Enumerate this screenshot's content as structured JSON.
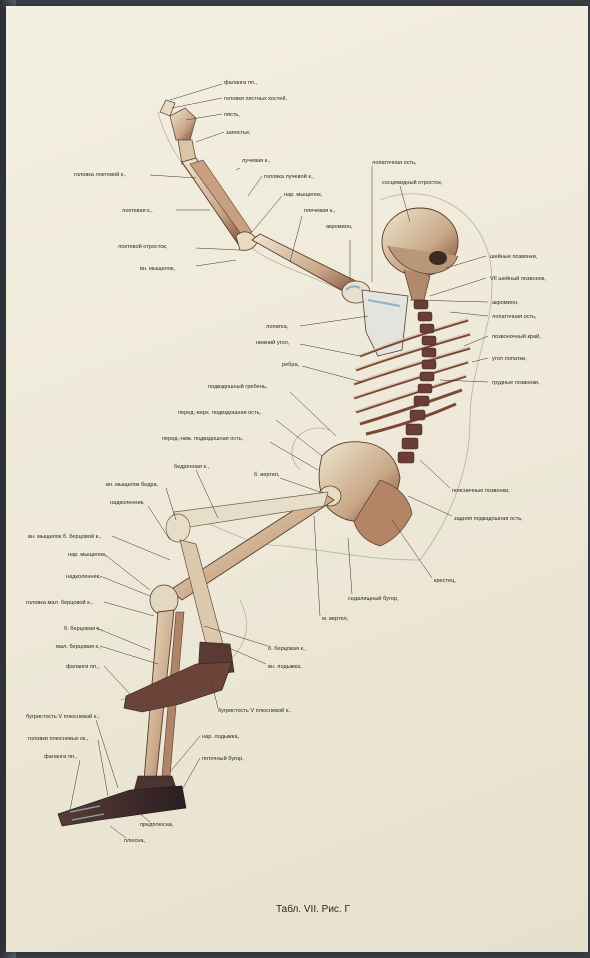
{
  "plate": {
    "caption": "Табл. VII. Рис. Г",
    "labels": {
      "phalanges_hand": "фаланги пп.,",
      "heads_metacarpals": "головки пястных костей,",
      "metacarpus": "пясть,",
      "wrist": "запястье,",
      "head_ulna": "головка локтевой к.,",
      "radius": "лучевая к.,",
      "head_radius": "головка лучевой к.,",
      "lat_epicondyle": "нар. мыщелок,",
      "ulna": "локтевая к.,",
      "humerus": "плечевая к.,",
      "acromion_top": "акромион,",
      "olecranon": "локтевой отросток,",
      "med_epicondyle": "вн. мыщелок,",
      "scapular_spine": "лопаточная ость,",
      "mastoid": "сосцевидный отросток,",
      "cervical_vert": "шейные позвонки,",
      "c7": "VII шейный позвонок,",
      "acromion_right": "акромион,",
      "scapular_spine_right": "лопаточная ость,",
      "vertebral_border": "позвоночный край,",
      "scapula_angle": "угол лопатки,",
      "thoracic_vert": "грудные позвонки,",
      "scapula": "лопатка,",
      "inferior_angle": "нижний угол,",
      "ribs": "ребра,",
      "iliac_crest": "подвздошный гребень,",
      "asis": "перед.-верх. подвздошная ость,",
      "aiis": "перед.-ниж. подвздошная ость,",
      "femur": "бедренная к.,",
      "med_condyle_femur": "вн. мыщелок бедра,",
      "patella_top": "надколенник,",
      "greater_trochanter": "б. вертел,",
      "lumbar_vert": "поясничные позвонки,",
      "psis": "задняя подвздошная ость,",
      "med_condyle_tibia": "вн. мыщелок б. берцовой к.,",
      "lat_condyle": "нар. мыщелок,",
      "patella": "надколенник,",
      "head_fibula": "головка мал. берцовой к.,",
      "sacrum": "крестец,",
      "ischial_tub": "седалищный бугор,",
      "tibia": "б. берцовая к.,",
      "fibula": "мал. берцовая к.,",
      "lesser_trochanter": "м. вертел,",
      "tibia_right": "б. берцовая к.,",
      "phalanges_foot_left": "фаланги пп.,",
      "med_malleolus": "вн. лодыжка,",
      "tuberosity_v_right": "бугристость V плюсневой к.,",
      "tuberosity_v_left": "бугристость V плюсневой к.,",
      "heads_metatarsals": "головки плюсневых кк.,",
      "lat_malleolus": "нар. лодыжка,",
      "phalanges_toes": "фаланги пп.,",
      "heel_tuber": "пяточный бугор,",
      "tarsus": "предплюсна,",
      "metatarsus": "плюсна,"
    }
  },
  "colors": {
    "paper": "#efeadb",
    "bone": "#e4dcc4",
    "bone_shadow": "#8a5a3c",
    "dark_bone": "#3e2c2a",
    "blue_shading": "#9fb6c8",
    "ink": "#2b2622"
  }
}
